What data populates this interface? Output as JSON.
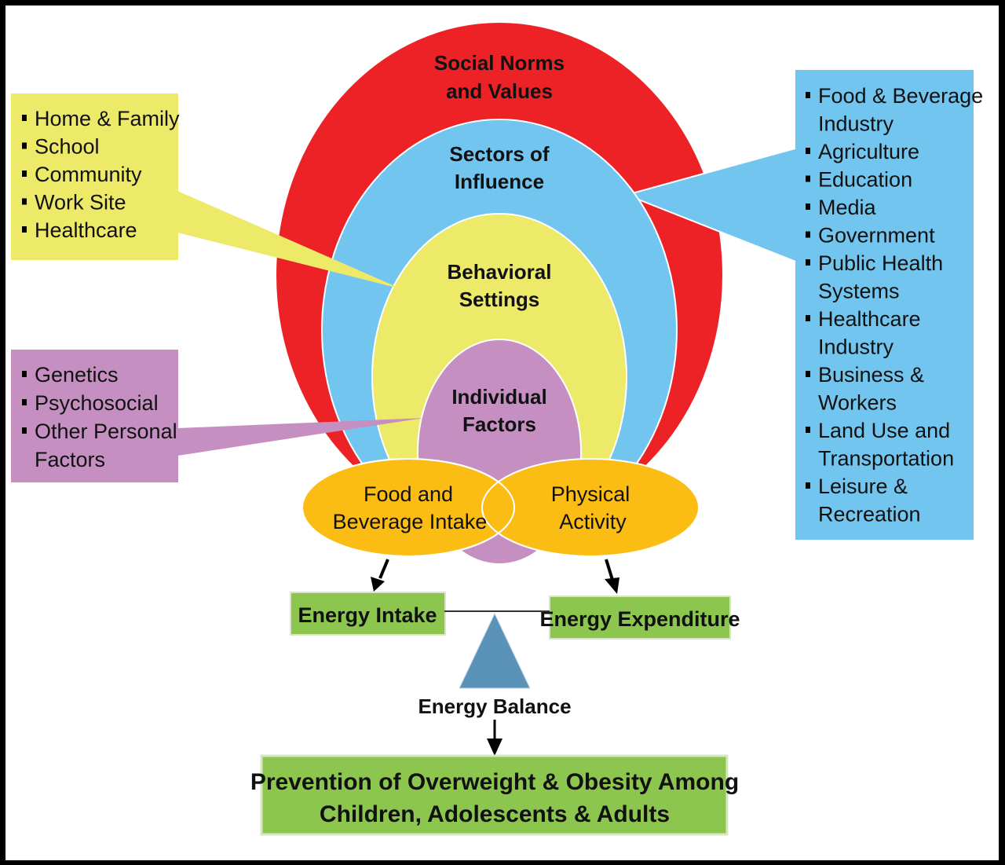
{
  "diagram": {
    "title": "Socio-ecological model for prevention of overweight and obesity",
    "colors": {
      "social_norms": "#ec2227",
      "sectors": "#71c5ee",
      "settings": "#ede969",
      "individual": "#c58fc2",
      "behavior_ovals": "#fbbc14",
      "green_boxes": "#8dc64f",
      "balance_triangle": "#5b92b8"
    },
    "rings": {
      "social_norms": [
        "Social Norms",
        "and Values"
      ],
      "sectors": [
        "Sectors of",
        "Influence"
      ],
      "settings": [
        "Behavioral",
        "Settings"
      ],
      "individual": [
        "Individual",
        "Factors"
      ]
    },
    "settings_box": {
      "items": [
        "Home & Family",
        "School",
        "Community",
        "Work Site",
        "Healthcare"
      ]
    },
    "individual_box": {
      "items": [
        [
          "Genetics"
        ],
        [
          "Psychosocial"
        ],
        [
          "Other Personal",
          "Factors"
        ]
      ]
    },
    "sectors_box": {
      "items": [
        [
          "Food & Beverage",
          "Industry"
        ],
        [
          "Agriculture"
        ],
        [
          "Education"
        ],
        [
          "Media"
        ],
        [
          "Government"
        ],
        [
          "Public Health",
          "Systems"
        ],
        [
          "Healthcare",
          "Industry"
        ],
        [
          "Business &",
          "Workers"
        ],
        [
          "Land Use and",
          "Transportation"
        ],
        [
          "Leisure &",
          "Recreation"
        ]
      ]
    },
    "behaviors": {
      "food": [
        "Food and",
        "Beverage Intake"
      ],
      "activity": [
        "Physical",
        "Activity"
      ]
    },
    "energy": {
      "intake": "Energy Intake",
      "expenditure": "Energy Expenditure",
      "balance": "Energy Balance"
    },
    "outcome": [
      "Prevention of Overweight & Obesity Among",
      "Children, Adolescents & Adults"
    ]
  }
}
